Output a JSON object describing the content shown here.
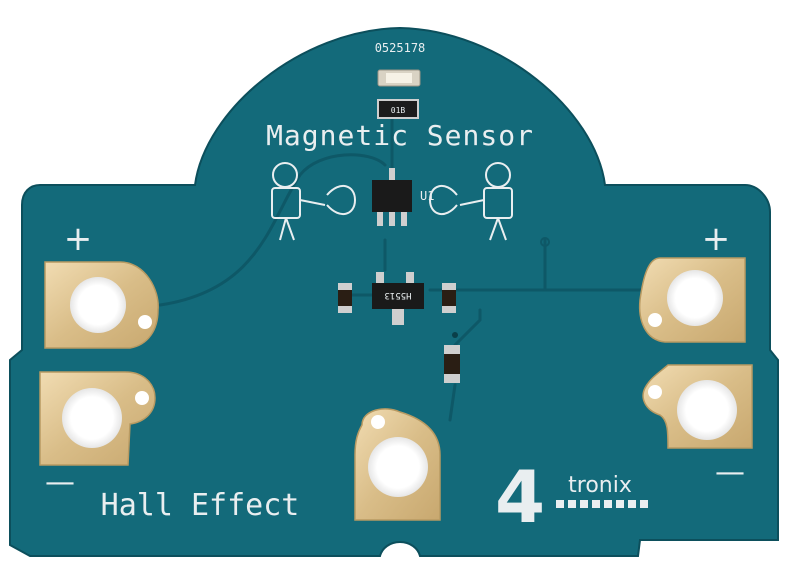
{
  "board": {
    "serial": "0525178",
    "title": "Magnetic Sensor",
    "subtitle": "Hall Effect",
    "brand_digit": "4",
    "brand_name": "tronix",
    "ic_ref": "U1",
    "ic_marking": "H5513",
    "resistor_marking": "01B",
    "plus_left": "+",
    "plus_right": "+",
    "minus_left": "—",
    "minus_right": "—"
  },
  "colors": {
    "pcb": "#136a7a",
    "pcb_dark": "#0e5563",
    "silkscreen": "#e9eef0",
    "gold_pad": "#e2c99a",
    "ic_body": "#1a1a1a"
  }
}
